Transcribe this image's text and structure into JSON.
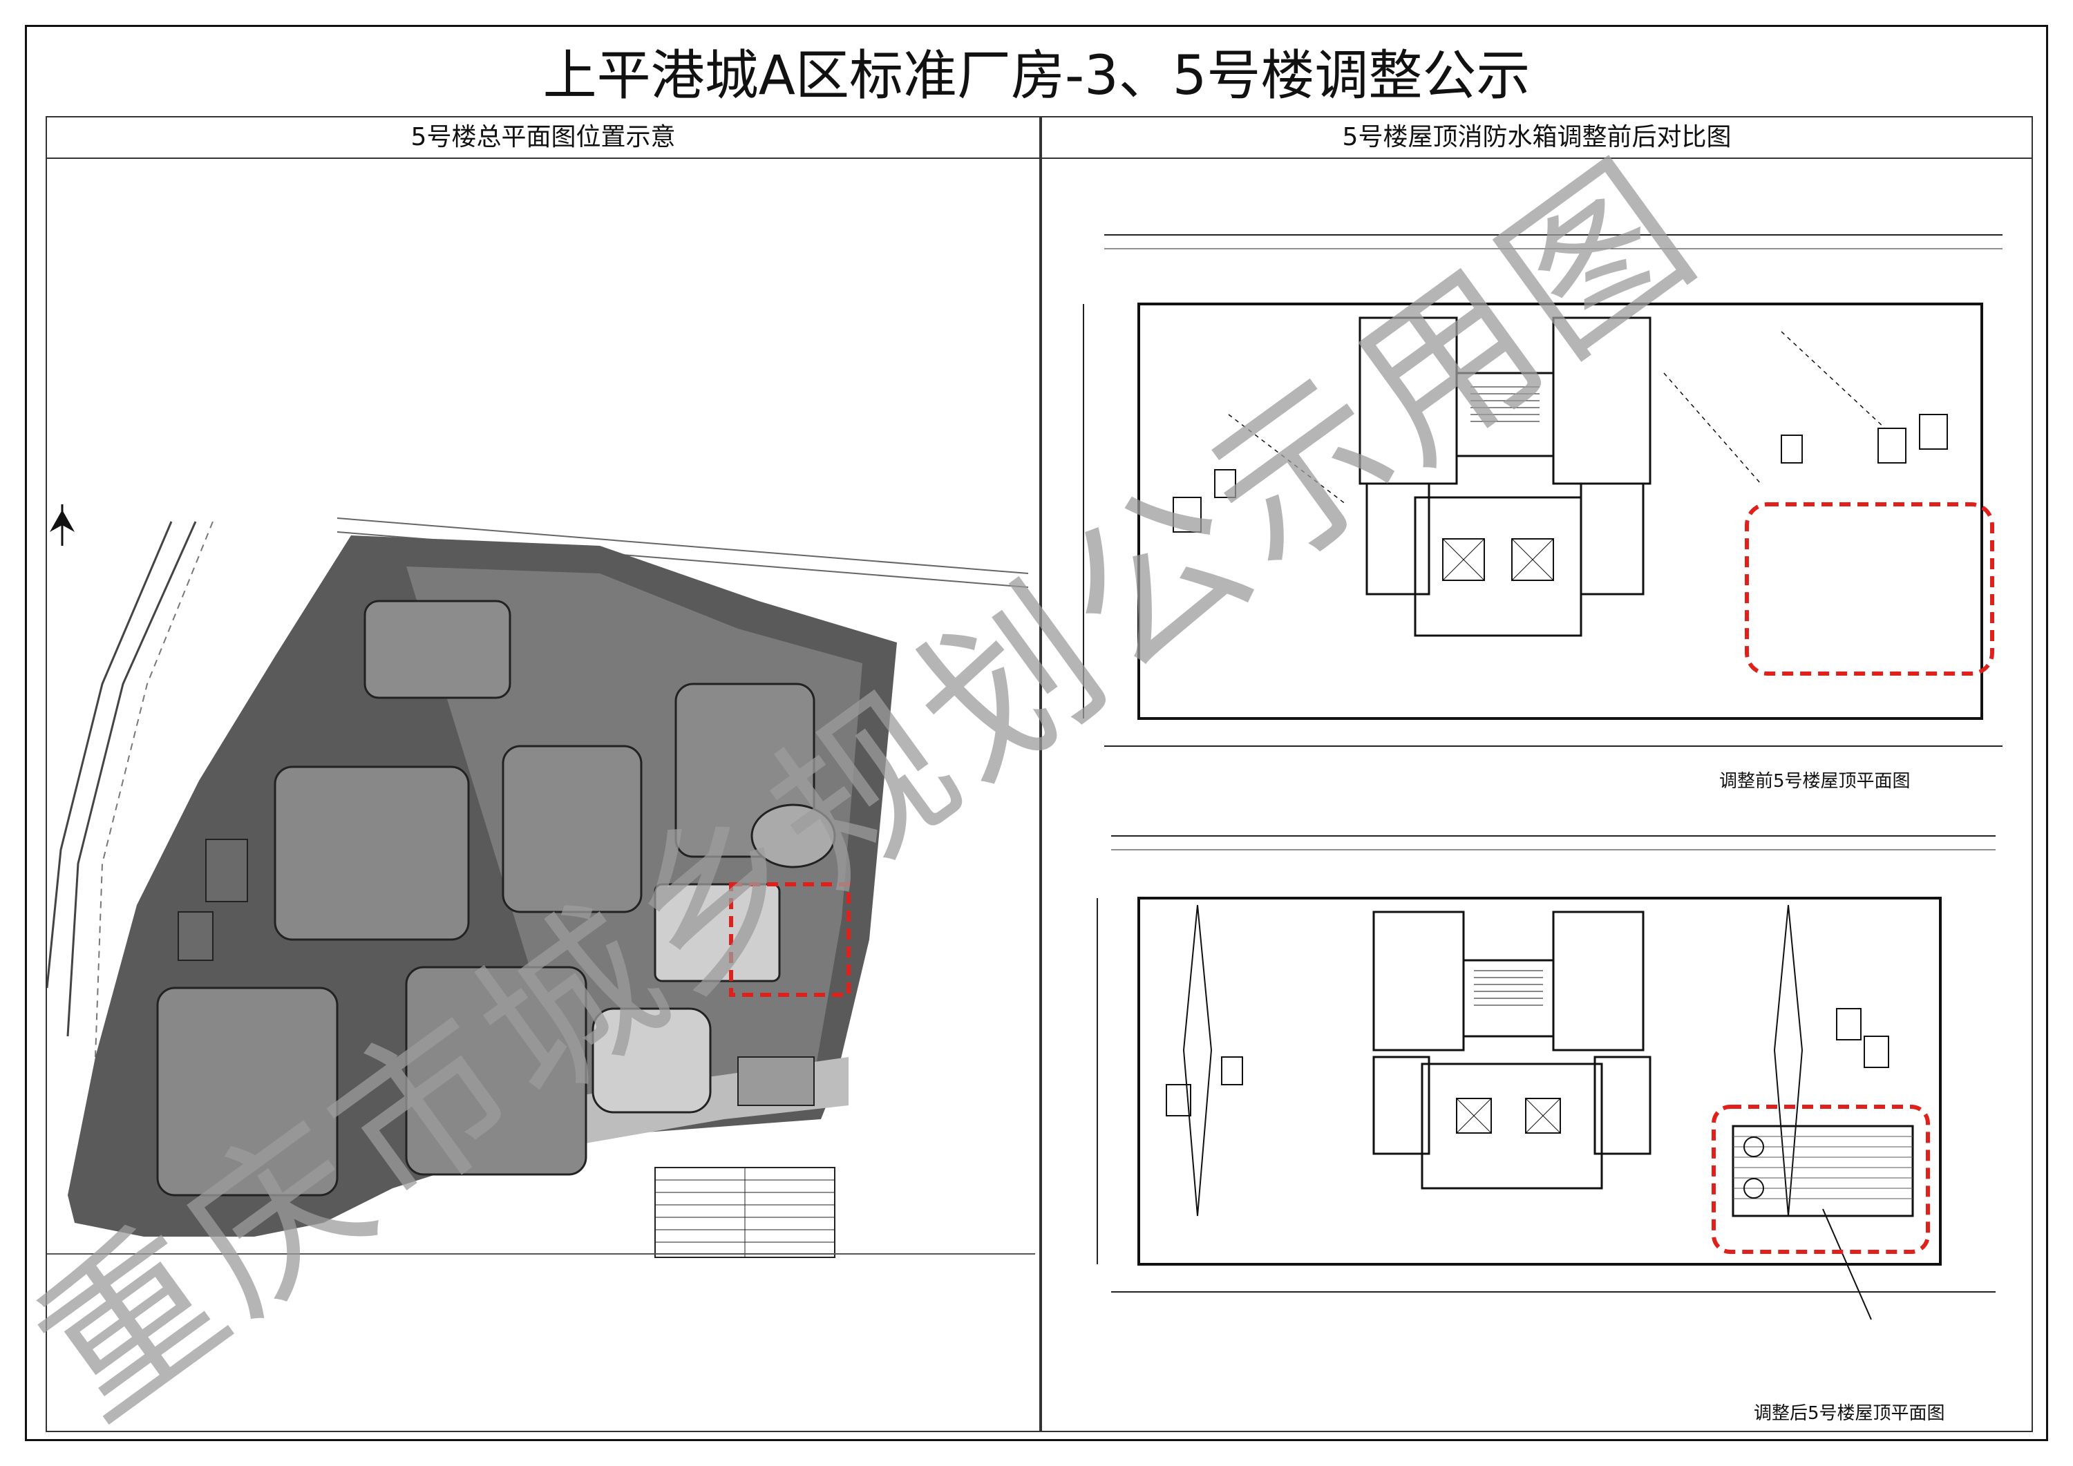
{
  "document": {
    "title": "上平港城A区标准厂房-3、5号楼调整公示",
    "left_panel": {
      "title": "5号楼总平面图位置示意"
    },
    "right_panel": {
      "title": "5号楼屋顶消防水箱调整前后对比图",
      "before_caption": "调整前5号楼屋顶平面图",
      "after_caption": "调整后5号楼屋顶平面图"
    },
    "watermark": "重庆市城乡规划公示用图",
    "highlight_color": "#e0201b"
  }
}
